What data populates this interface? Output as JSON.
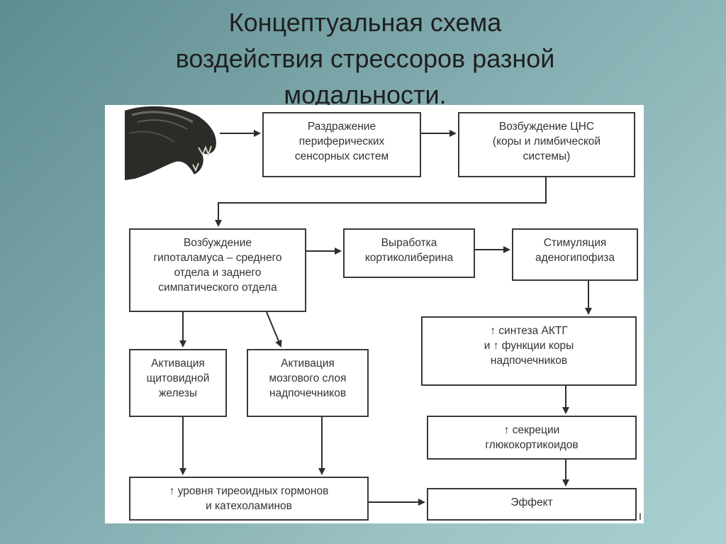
{
  "title": {
    "line1": "Концептуальная схема",
    "line2": "воздействия стрессоров разной",
    "line3": "модальности."
  },
  "nodes": {
    "irritation": [
      "Раздражение",
      "периферических",
      "сенсорных систем"
    ],
    "cns": [
      "Возбуждение ЦНС",
      "(коры и лимбической",
      "системы)"
    ],
    "hypothalamus": [
      "Возбуждение",
      "гипоталамуса – среднего",
      "отдела и заднего",
      "симпатического отдела"
    ],
    "corticoliberin": [
      "Выработка",
      "кортиколиберина"
    ],
    "adenohypophysis": [
      "Стимуляция",
      "аденогипофиза"
    ],
    "acth": [
      "↑ синтеза АКТГ",
      "и ↑ функции коры",
      "надпочечников"
    ],
    "thyroid": [
      "Активация",
      "щитовидной",
      "железы"
    ],
    "adrenal_medulla": [
      "Активация",
      "мозгового слоя",
      "надпочечников"
    ],
    "glucocorticoids": [
      "↑ секреции",
      "глюкокортикоидов"
    ],
    "hormones": [
      "↑ уровня тиреоидных гормонов",
      "и катехоламинов"
    ],
    "effect": [
      "Эффект"
    ]
  },
  "icons": {
    "stressor": "alien-creature-icon"
  },
  "edge_mark": "I"
}
